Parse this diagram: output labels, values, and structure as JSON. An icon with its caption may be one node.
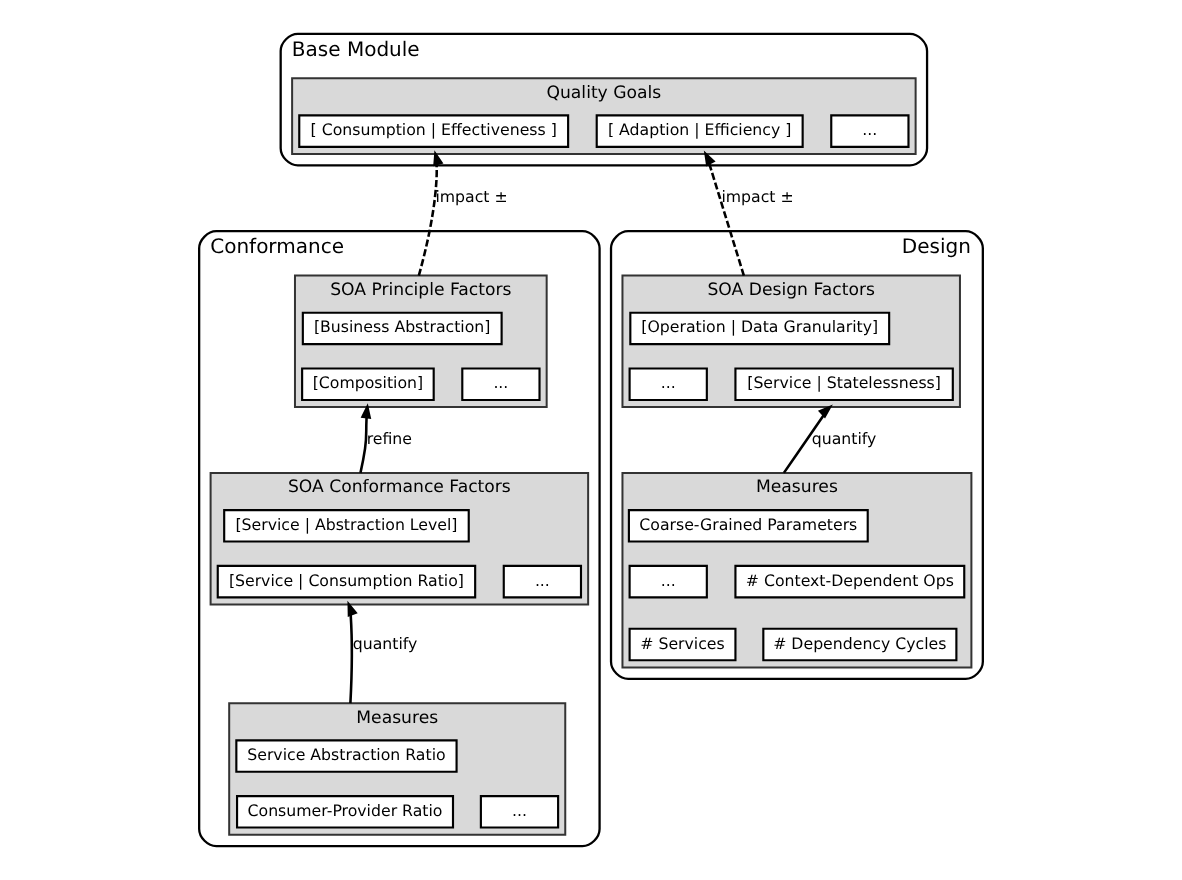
{
  "diagram": {
    "nodes": [
      {
        "text": [
          "Base Module"
        ]
      },
      {
        "text": [
          "Quality Goals"
        ],
        "in": 0
      },
      {
        "text": [
          "[ Consumption | Effectiveness ]"
        ],
        "in": 1
      },
      {
        "text": [
          "[ Adaption | Efficiency ]"
        ],
        "in": 1
      },
      {
        "text": [
          "..."
        ],
        "in": 1
      },
      {
        "text": [
          "Conformance"
        ]
      },
      {
        "text": [
          "SOA Principle Factors"
        ],
        "in": 5
      },
      {
        "text": [
          "[Business Abstraction]"
        ],
        "in": 6
      },
      {
        "text": [
          "[Composition]"
        ],
        "in": 6
      },
      {
        "text": [
          "..."
        ],
        "in": 6
      },
      {
        "text": [
          "SOA Conformance Factors"
        ],
        "in": 5
      },
      {
        "text": [
          "[Service | Abstraction Level]"
        ],
        "in": 10
      },
      {
        "text": [
          "[Service | Consumption Ratio]"
        ],
        "in": 10
      },
      {
        "text": [
          "..."
        ],
        "in": 10
      },
      {
        "text": [
          "Measures"
        ],
        "in": 5
      },
      {
        "text": [
          "Service Abstraction Ratio"
        ],
        "in": 14
      },
      {
        "text": [
          "Consumer-Provider Ratio"
        ],
        "in": 14
      },
      {
        "text": [
          "..."
        ],
        "in": 14
      },
      {
        "text": [
          "Design"
        ]
      },
      {
        "text": [
          "SOA Design Factors"
        ],
        "in": 18
      },
      {
        "text": [
          "[Operation | Data Granularity]"
        ],
        "in": 19
      },
      {
        "text": [
          "..."
        ],
        "in": 19
      },
      {
        "text": [
          "[Service | Statelessness]"
        ],
        "in": 19
      },
      {
        "text": [
          "Measures"
        ],
        "in": 18
      },
      {
        "text": [
          "Coarse-Grained Parameters"
        ],
        "in": 23
      },
      {
        "text": [
          "..."
        ],
        "in": 23
      },
      {
        "text": [
          "# Context-Dependent Ops"
        ],
        "in": 23
      },
      {
        "text": [
          "# Services"
        ],
        "in": 23
      },
      {
        "text": [
          "# Dependency Cycles"
        ],
        "in": 23
      }
    ],
    "edges": [
      {
        "from": 6,
        "to": 1,
        "arrow": "to",
        "label": "impact ±",
        "style": "dashed"
      },
      {
        "from": 19,
        "to": 1,
        "arrow": "to",
        "label": "impact ±",
        "style": "dashed"
      },
      {
        "from": 10,
        "to": 6,
        "arrow": "to",
        "label": "refine"
      },
      {
        "from": 14,
        "to": 10,
        "arrow": "to",
        "label": "quantify"
      },
      {
        "from": 23,
        "to": 19,
        "arrow": "to",
        "label": "quantify"
      }
    ]
  }
}
